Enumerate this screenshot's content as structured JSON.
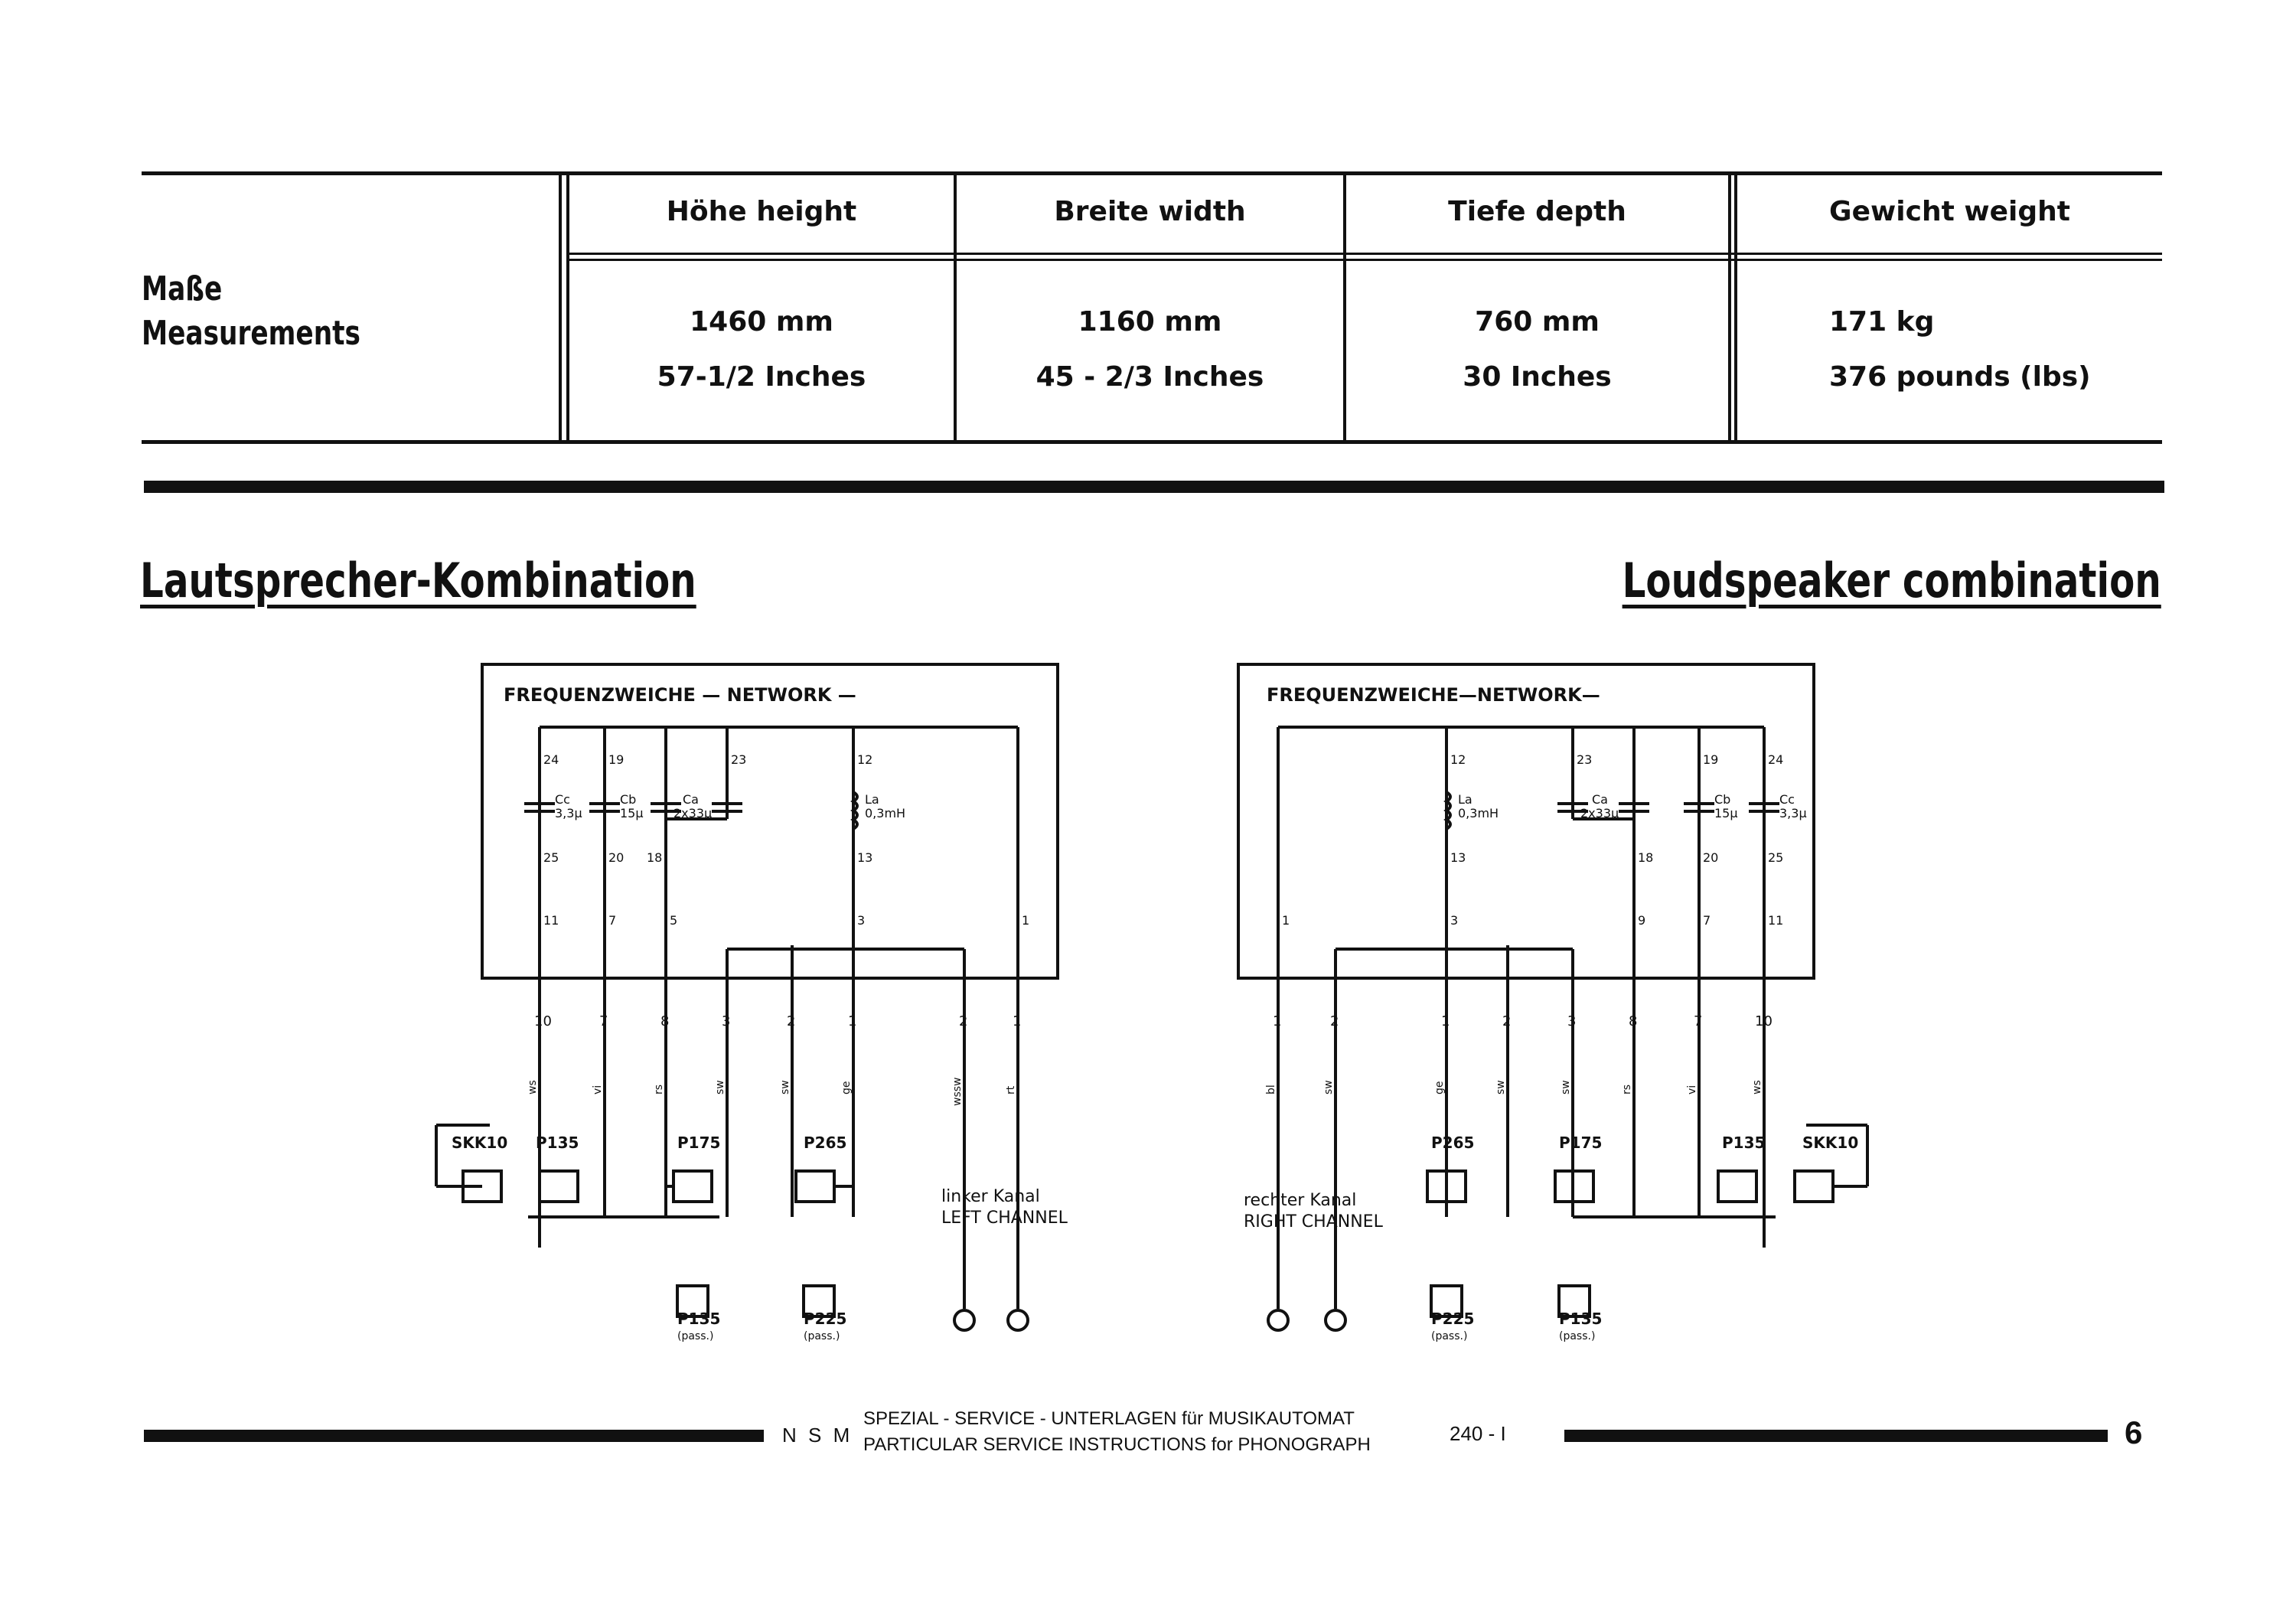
{
  "measurements": {
    "label_de": "Maße",
    "label_en": "Measurements",
    "columns": [
      {
        "header": "Höhe      height",
        "metric": "1460 mm",
        "imperial": "57-1/2 Inches"
      },
      {
        "header": "Breite     width",
        "metric": "1160 mm",
        "imperial": "45 - 2/3 Inches"
      },
      {
        "header": "Tiefe      depth",
        "metric": "760 mm",
        "imperial": "30 Inches"
      },
      {
        "header": "Gewicht      weight",
        "metric": "171  kg",
        "imperial": "376 pounds (lbs)"
      }
    ]
  },
  "section": {
    "title_de": "Lautsprecher-Kombination",
    "title_en": "Loudspeaker combination"
  },
  "left_diagram": {
    "network_label": "FREQUENZWEICHE — NETWORK —",
    "terminals_top": [
      "24",
      "19",
      "23",
      "12"
    ],
    "components": [
      {
        "name": "Cc",
        "value": "3,3μ"
      },
      {
        "name": "Cb",
        "value": "15μ"
      },
      {
        "name": "Ca",
        "value": "2x33μ"
      },
      {
        "name": "La",
        "value": "0,3mH"
      }
    ],
    "terminals_mid": [
      "25",
      "20",
      "18",
      "13"
    ],
    "terminals_low": [
      "11",
      "7",
      "5",
      "3",
      "1"
    ],
    "plug_numbers": [
      "10",
      "7",
      "8",
      "3",
      "2",
      "1",
      "2",
      "1"
    ],
    "wire_colors": [
      "ws",
      "vi",
      "rs",
      "sw",
      "sw",
      "ge",
      "wssw",
      "rt"
    ],
    "speakers": [
      "SKK10",
      "P135",
      "P175",
      "P265"
    ],
    "passive": [
      {
        "name": "P135",
        "note": "(pass.)"
      },
      {
        "name": "P225",
        "note": "(pass.)"
      }
    ],
    "channel_de": "linker Kanal",
    "channel_en": "LEFT CHANNEL"
  },
  "right_diagram": {
    "network_label": "FREQUENZWEICHE—NETWORK—",
    "terminals_top": [
      "12",
      "23",
      "19",
      "24"
    ],
    "components": [
      {
        "name": "La",
        "value": "0,3mH"
      },
      {
        "name": "Ca",
        "value": "2x33μ"
      },
      {
        "name": "Cb",
        "value": "15μ"
      },
      {
        "name": "Cc",
        "value": "3,3μ"
      }
    ],
    "terminals_mid": [
      "13",
      "18",
      "20",
      "25"
    ],
    "terminals_low": [
      "1",
      "3",
      "9",
      "7",
      "11"
    ],
    "plug_numbers": [
      "1",
      "2",
      "1",
      "2",
      "3",
      "8",
      "7",
      "10"
    ],
    "wire_colors": [
      "bl",
      "sw",
      "ge",
      "sw",
      "sw",
      "rs",
      "vi",
      "ws"
    ],
    "speakers": [
      "P265",
      "P175",
      "P135",
      "SKK10"
    ],
    "passive": [
      {
        "name": "P225",
        "note": "(pass.)"
      },
      {
        "name": "P135",
        "note": "(pass.)"
      }
    ],
    "channel_de": "rechter Kanal",
    "channel_en": "RIGHT CHANNEL"
  },
  "footer": {
    "brand": "N S M",
    "line_de": "SPEZIAL - SERVICE - UNTERLAGEN für MUSIKAUTOMAT",
    "line_en": "PARTICULAR SERVICE INSTRUCTIONS for PHONOGRAPH",
    "model": "240 - I",
    "page": "6"
  }
}
